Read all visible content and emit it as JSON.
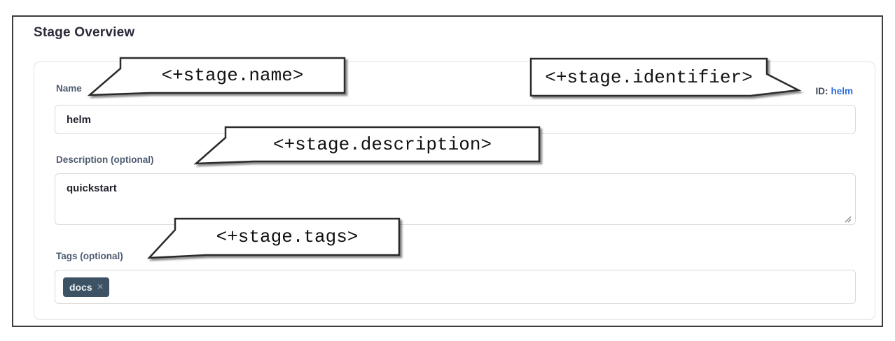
{
  "page": {
    "title": "Stage Overview"
  },
  "form": {
    "name_label": "Name",
    "name_value": "helm",
    "id_label": "ID:",
    "id_value": "helm",
    "description_label": "Description (optional)",
    "description_value": "quickstart",
    "tags_label": "Tags (optional)",
    "tags": [
      {
        "label": "docs",
        "remove_icon": "×"
      }
    ]
  },
  "callouts": [
    {
      "target": "name",
      "text": "<+stage.name>"
    },
    {
      "target": "identifier",
      "text": "<+stage.identifier>"
    },
    {
      "target": "description",
      "text": "<+stage.description>"
    },
    {
      "target": "tags",
      "text": "<+stage.tags>"
    }
  ],
  "colors": {
    "frame_border": "#3d3d3d",
    "heading_text": "#2a2a3a",
    "label_text": "#4d5b70",
    "input_border": "#d9d9d9",
    "input_text": "#24242e",
    "id_link_blue": "#2b6de0",
    "tag_chip_bg": "#3e5266",
    "tag_chip_text": "#eef2f4",
    "callout_border": "#2b2b2b"
  }
}
